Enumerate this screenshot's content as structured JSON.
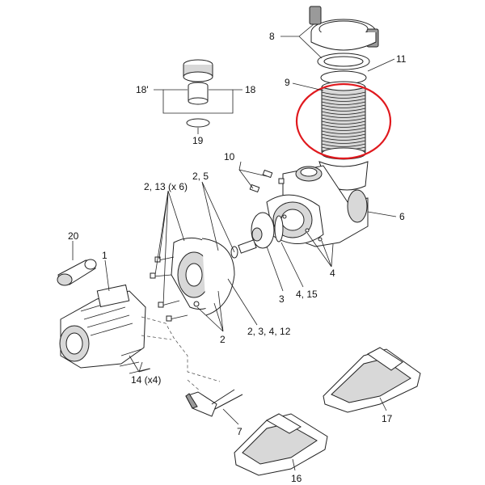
{
  "callouts": [
    {
      "id": "c8",
      "text": "8"
    },
    {
      "id": "c11",
      "text": "11"
    },
    {
      "id": "c9",
      "text": "9"
    },
    {
      "id": "c18p",
      "text": "18'"
    },
    {
      "id": "c18",
      "text": "18"
    },
    {
      "id": "c19",
      "text": "19"
    },
    {
      "id": "c10",
      "text": "10"
    },
    {
      "id": "c2_13",
      "text": "2, 13 (x 6)"
    },
    {
      "id": "c2_5",
      "text": "2, 5"
    },
    {
      "id": "c6",
      "text": "6"
    },
    {
      "id": "c20",
      "text": "20"
    },
    {
      "id": "c1",
      "text": "1"
    },
    {
      "id": "c4",
      "text": "4"
    },
    {
      "id": "c3",
      "text": "3"
    },
    {
      "id": "c4_15",
      "text": "4, 15"
    },
    {
      "id": "c2_3_4_12",
      "text": "2, 3, 4, 12"
    },
    {
      "id": "c2",
      "text": "2"
    },
    {
      "id": "c14",
      "text": "14 (x4)"
    },
    {
      "id": "c7",
      "text": "7"
    },
    {
      "id": "c17",
      "text": "17"
    },
    {
      "id": "c16",
      "text": "16"
    }
  ],
  "highlight_color": "#e0191e"
}
